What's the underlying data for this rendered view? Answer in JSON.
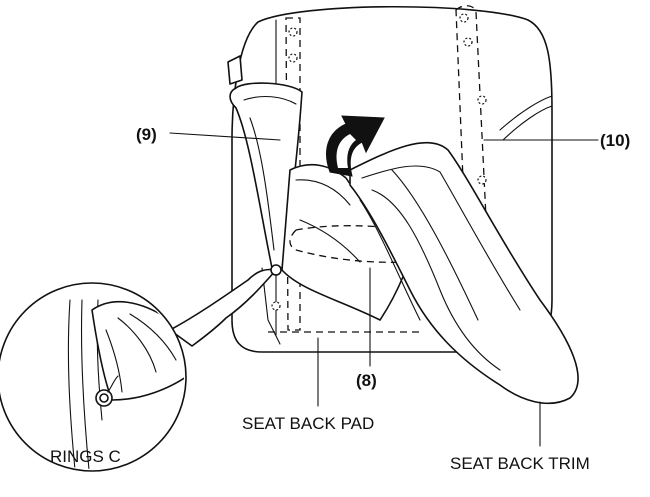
{
  "diagram": {
    "callouts": {
      "part_9": "(9)",
      "part_10": "(10)",
      "part_8": "(8)"
    },
    "labels": {
      "seat_back_pad": "SEAT BACK PAD",
      "seat_back_trim": "SEAT BACK TRIM",
      "rings_c": "RINGS C"
    },
    "colors": {
      "line": "#111111",
      "background": "#ffffff",
      "arrow": "#111111"
    },
    "icons": {
      "removal_arrow": "curved-arrow-icon",
      "detail_view": "magnifier-circle"
    }
  }
}
